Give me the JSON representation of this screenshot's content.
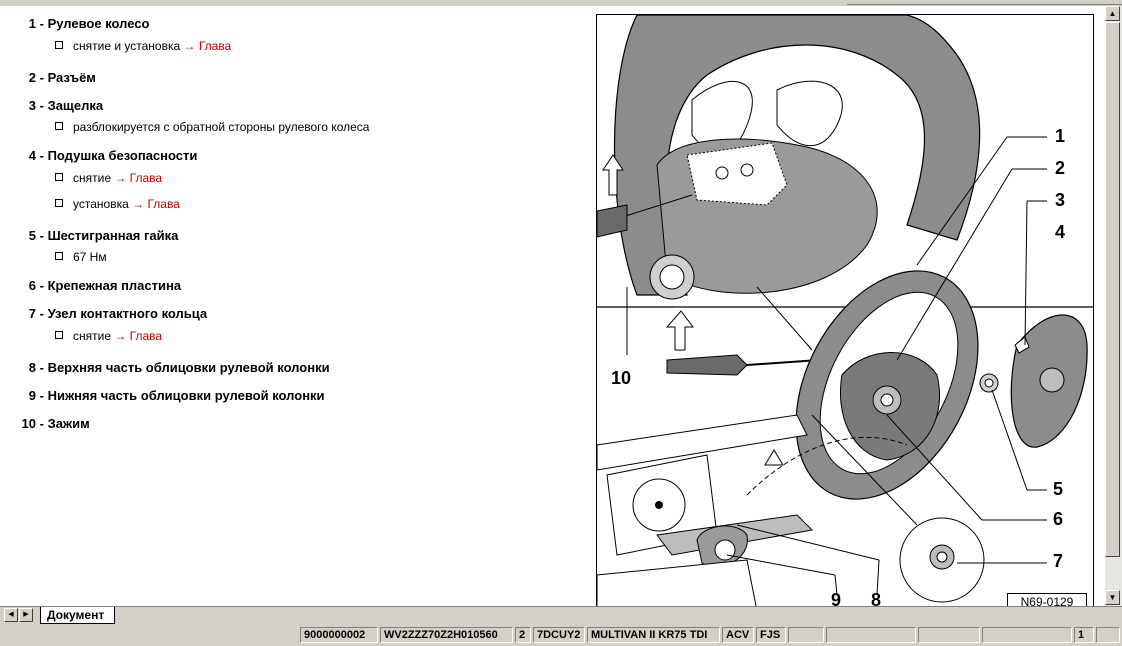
{
  "items": [
    {
      "num": "1",
      "title": "Рулевое колесо",
      "subs": [
        {
          "text": "снятие и установка",
          "link": "→ Глава"
        }
      ]
    },
    {
      "num": "2",
      "title": "Разъём",
      "subs": []
    },
    {
      "num": "3",
      "title": "Защелка",
      "subs": [
        {
          "text": "разблокируется с обратной стороны рулевого колеса",
          "link": ""
        }
      ]
    },
    {
      "num": "4",
      "title": "Подушка безопасности",
      "subs": [
        {
          "text": "снятие",
          "link": "→ Глава"
        },
        {
          "text": "установка",
          "link": "→ Глава"
        }
      ]
    },
    {
      "num": "5",
      "title": "Шестигранная гайка",
      "subs": [
        {
          "text": "67 Нм",
          "link": ""
        }
      ]
    },
    {
      "num": "6",
      "title": "Крепежная пластина",
      "subs": []
    },
    {
      "num": "7",
      "title": "Узел контактного кольца",
      "subs": [
        {
          "text": "снятие",
          "link": "→ Глава"
        }
      ]
    },
    {
      "num": "8",
      "title": "Верхняя часть облицовки рулевой колонки",
      "subs": []
    },
    {
      "num": "9",
      "title": "Нижняя часть облицовки рулевой колонки",
      "subs": []
    },
    {
      "num": "10",
      "title": "Зажим",
      "subs": []
    }
  ],
  "figure": {
    "id": "N69-0129",
    "callouts": [
      "1",
      "2",
      "3",
      "4",
      "5",
      "6",
      "7",
      "8",
      "9",
      "10"
    ]
  },
  "tabs": [
    {
      "label": "Документ"
    }
  ],
  "status": {
    "cells": [
      "9000000002",
      "WV2ZZZ70Z2H010560",
      "2",
      "7DCUY2",
      "MULTIVAN II KR75 TDI",
      "ACV",
      "FJS",
      "",
      "",
      "",
      "",
      "",
      "1",
      ""
    ]
  }
}
